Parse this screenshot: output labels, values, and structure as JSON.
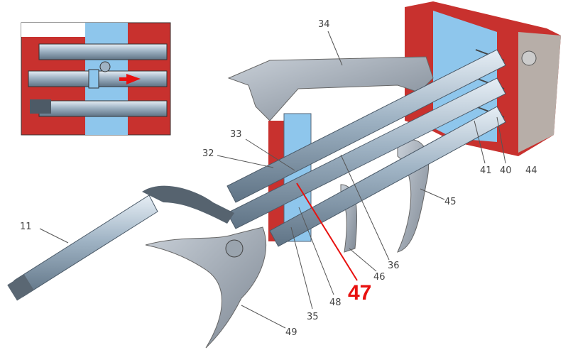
{
  "labels": {
    "l34": "34",
    "l33": "33",
    "l32": "32",
    "l11": "11",
    "l41": "41",
    "l40": "40",
    "l44": "44",
    "l45": "45",
    "l36": "36",
    "l46": "46",
    "l47": "47",
    "l48": "48",
    "l35": "35",
    "l49": "49"
  },
  "colors": {
    "housing_red": "#c8312e",
    "cutaway_blue": "#8ec6ec",
    "metal": "#a9b4c0",
    "highlight": "#e8110f"
  }
}
